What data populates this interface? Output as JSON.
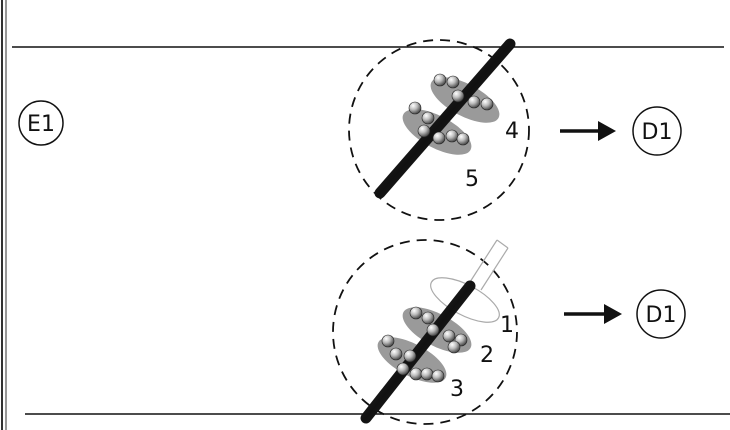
{
  "diagram": {
    "left_label": "E1",
    "top_panel": {
      "output_label": "D1",
      "numbers": [
        "4",
        "5"
      ]
    },
    "bottom_panel": {
      "output_label": "D1",
      "numbers": [
        "1",
        "2",
        "3"
      ]
    }
  }
}
